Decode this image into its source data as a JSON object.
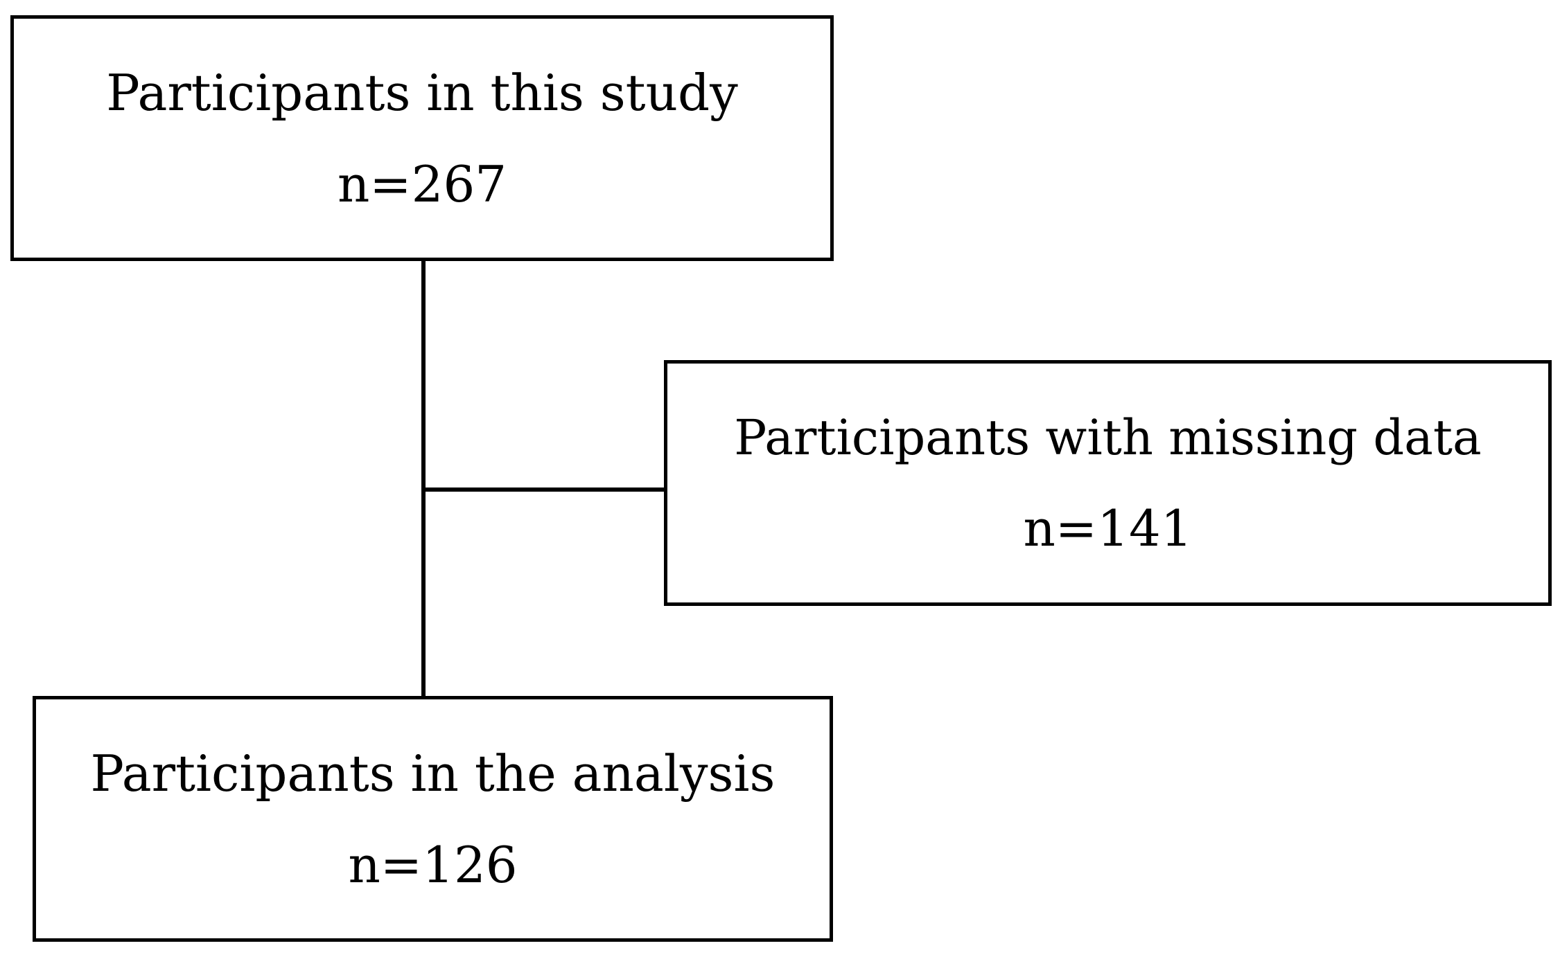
{
  "flow": {
    "study": {
      "label": "Participants in this study",
      "count": "n=267"
    },
    "missing": {
      "label": "Participants with missing data",
      "count": "n=141"
    },
    "analysis": {
      "label": "Participants in the analysis",
      "count": "n=126"
    }
  },
  "colors": {
    "stroke": "#000000",
    "background": "#ffffff"
  }
}
